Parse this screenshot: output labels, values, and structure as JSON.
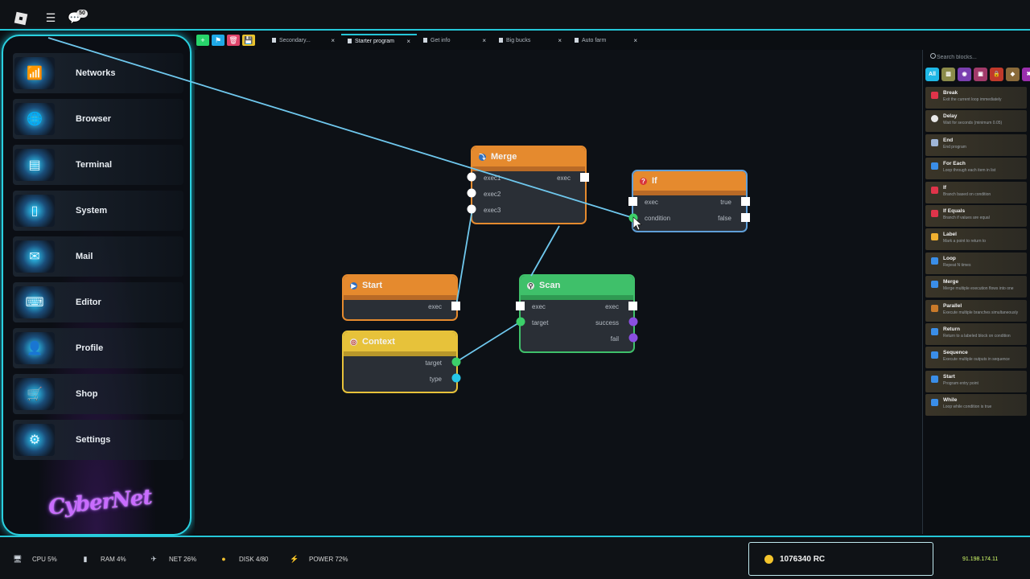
{
  "topbar": {
    "notification_count": "50"
  },
  "sidebar": {
    "items": [
      {
        "label": "Networks",
        "icon": "wifi-icon"
      },
      {
        "label": "Browser",
        "icon": "globe-icon"
      },
      {
        "label": "Terminal",
        "icon": "terminal-icon"
      },
      {
        "label": "System",
        "icon": "phone-icon"
      },
      {
        "label": "Mail",
        "icon": "mail-icon"
      },
      {
        "label": "Editor",
        "icon": "editor-icon"
      },
      {
        "label": "Profile",
        "icon": "user-icon"
      },
      {
        "label": "Shop",
        "icon": "cart-icon"
      },
      {
        "label": "Settings",
        "icon": "gear-icon"
      }
    ],
    "logo_text": "CyberNet"
  },
  "tabs": [
    {
      "label": "Secondary...",
      "active": false
    },
    {
      "label": "Starter program",
      "active": true
    },
    {
      "label": "Get info",
      "active": false
    },
    {
      "label": "Big bucks",
      "active": false
    },
    {
      "label": "Auto farm",
      "active": false
    }
  ],
  "tab_close_glyph": "×",
  "nodes": {
    "merge": {
      "title": "Merge",
      "inputs": [
        "exec1",
        "exec2",
        "exec3"
      ],
      "outputs": [
        "exec"
      ]
    },
    "if": {
      "title": "If",
      "inputs": [
        "exec",
        "condition"
      ],
      "outputs": [
        "true",
        "false"
      ]
    },
    "start": {
      "title": "Start",
      "outputs": [
        "exec"
      ]
    },
    "scan": {
      "title": "Scan",
      "inputs": [
        "exec",
        "target"
      ],
      "outputs": [
        "exec",
        "success",
        "fail"
      ]
    },
    "context": {
      "title": "Context",
      "outputs": [
        "target",
        "type"
      ]
    }
  },
  "block_panel": {
    "search_placeholder": "Search blocks...",
    "categories": [
      {
        "label": "All",
        "color": "#1fb8e6"
      },
      {
        "label": "▥",
        "color": "#8b8b4a"
      },
      {
        "label": "◉",
        "color": "#7a3fb0"
      },
      {
        "label": "▣",
        "color": "#a23a6a"
      },
      {
        "label": "🔒",
        "color": "#c0392b"
      },
      {
        "label": "◆",
        "color": "#8a6a3a"
      },
      {
        "label": "✖",
        "color": "#9b2fae"
      }
    ],
    "blocks": [
      {
        "title": "Break",
        "desc": "Exit the current loop immediately",
        "color": "#e0344a"
      },
      {
        "title": "Delay",
        "desc": "Wait for seconds (minimum 0.05)",
        "color": "#e8e8e8"
      },
      {
        "title": "End",
        "desc": "End program",
        "color": "#9fb6d8"
      },
      {
        "title": "For Each",
        "desc": "Loop through each item in list",
        "color": "#3a8ee8"
      },
      {
        "title": "If",
        "desc": "Branch based on condition",
        "color": "#e0344a"
      },
      {
        "title": "If Equals",
        "desc": "Branch if values are equal",
        "color": "#e0344a"
      },
      {
        "title": "Label",
        "desc": "Mark a point to return to",
        "color": "#f0b030"
      },
      {
        "title": "Loop",
        "desc": "Repeat N times",
        "color": "#3a8ee8"
      },
      {
        "title": "Merge",
        "desc": "Merge multiple execution flows into one",
        "color": "#3a8ee8"
      },
      {
        "title": "Parallel",
        "desc": "Execute multiple branches simultaneously",
        "color": "#c97a2a"
      },
      {
        "title": "Return",
        "desc": "Return to a labeled block on condition",
        "color": "#3a8ee8"
      },
      {
        "title": "Sequence",
        "desc": "Execute multiple outputs in sequence",
        "color": "#3a8ee8"
      },
      {
        "title": "Start",
        "desc": "Program entry point",
        "color": "#3a8ee8"
      },
      {
        "title": "While",
        "desc": "Loop while condition is true",
        "color": "#3a8ee8"
      }
    ]
  },
  "status": {
    "cpu": "CPU 5%",
    "ram": "RAM 4%",
    "net": "NET 26%",
    "disk": "DISK 4/80",
    "power": "POWER 72%",
    "balance": "1076340 RC",
    "ip": "91.198.174.11"
  },
  "colors": {
    "accent": "#25c7d8",
    "wire": "#6fc8ee",
    "merge_border": "#e58a2e",
    "if_border": "#5f9fd8",
    "scan_border": "#3fc06a",
    "context_border": "#e7c23a",
    "start_border": "#e58a2e"
  }
}
